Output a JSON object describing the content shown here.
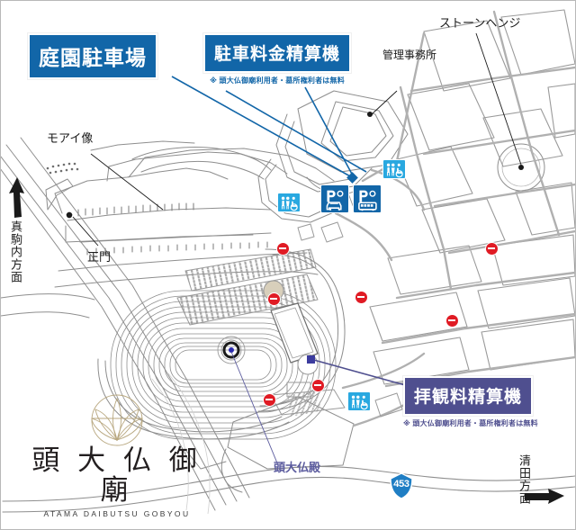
{
  "map": {
    "title_logo": {
      "kanji": "頭 大 仏 御 廟",
      "romaji": "ATAMA DAIBUTSU GOBYOU",
      "mark": "lotus-crest-icon",
      "mark_color": "#b8a77f"
    },
    "callouts": [
      {
        "id": "garden-parking",
        "label": "庭園駐車場",
        "note": "",
        "color": "#1266a8",
        "style": "blue"
      },
      {
        "id": "parking-fee-machine",
        "label": "駐車料金精算機",
        "note": "※ 頭大仏御廟利用者・墓所権利者は無料",
        "color": "#1266a8",
        "style": "blue"
      },
      {
        "id": "admission-fee-machine",
        "label": "拝観料精算機",
        "note": "※ 頭大仏御廟利用者・墓所権利者は無料",
        "color": "#4f4f8f",
        "style": "purple"
      }
    ],
    "place_labels": [
      {
        "id": "stonehenge",
        "label": "ストーンヘンジ"
      },
      {
        "id": "management-office",
        "label": "管理事務所"
      },
      {
        "id": "moai-statue",
        "label": "モアイ像"
      },
      {
        "id": "main-gate",
        "label": "正門"
      },
      {
        "id": "atama-daibutsu-hall",
        "label": "頭大仏殿",
        "color": "#5b5b9e"
      }
    ],
    "direction_labels": [
      {
        "id": "makomanai",
        "label": "真駒内方面",
        "arrow": "up"
      },
      {
        "id": "kiyota",
        "label": "清田方面",
        "arrow": "right"
      }
    ],
    "route_marker": {
      "id": "route-453",
      "number": "453",
      "color": "#1f7ec4"
    },
    "signs": [
      {
        "id": "wc-north",
        "type": "restroom-accessible-icon"
      },
      {
        "id": "wc-west",
        "type": "restroom-accessible-icon"
      },
      {
        "id": "wc-south",
        "type": "restroom-accessible-icon"
      },
      {
        "id": "parking-car",
        "type": "parking-car-icon"
      },
      {
        "id": "parking-bus",
        "type": "parking-bus-icon"
      }
    ],
    "no_entry_count": 7,
    "colors": {
      "brand_blue": "#1266a8",
      "brand_purple": "#4f4f8f",
      "sign_cyan": "#29a8e0",
      "no_entry_red": "#e01b24",
      "route_blue": "#1f7ec4",
      "crest_gold": "#b8a77f",
      "map_line": "#8e8e8e"
    }
  }
}
